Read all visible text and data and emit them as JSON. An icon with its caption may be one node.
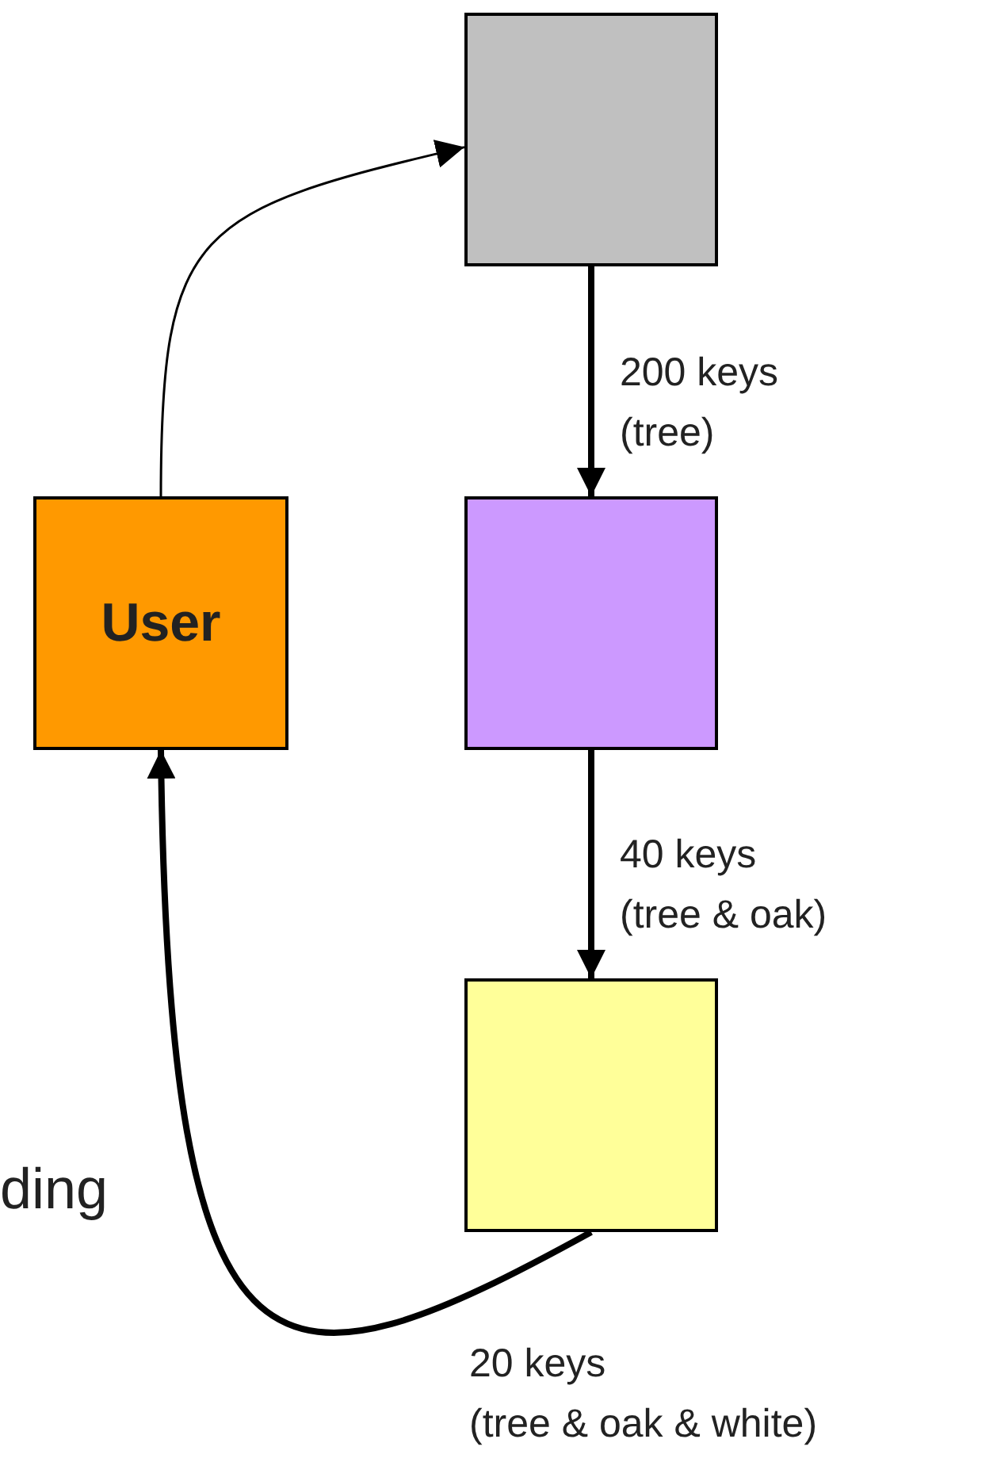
{
  "diagram": {
    "nodes": [
      {
        "text": [],
        "shape": "box"
      },
      {
        "text": [
          "User"
        ]
      },
      {
        "text": [],
        "shape": "box"
      },
      {
        "text": [],
        "shape": "box"
      }
    ],
    "edges": [
      {
        "from": 1,
        "to": 0,
        "arrow": "to"
      },
      {
        "from": 0,
        "to": 2,
        "arrow": "to",
        "label": "200 keys (tree)"
      },
      {
        "from": 2,
        "to": 3,
        "arrow": "to",
        "label": "40 keys (tree & oak)"
      },
      {
        "from": 3,
        "to": 1,
        "arrow": "to",
        "label": "20 keys (tree & oak & white)"
      }
    ],
    "labels": [
      "ding"
    ]
  }
}
